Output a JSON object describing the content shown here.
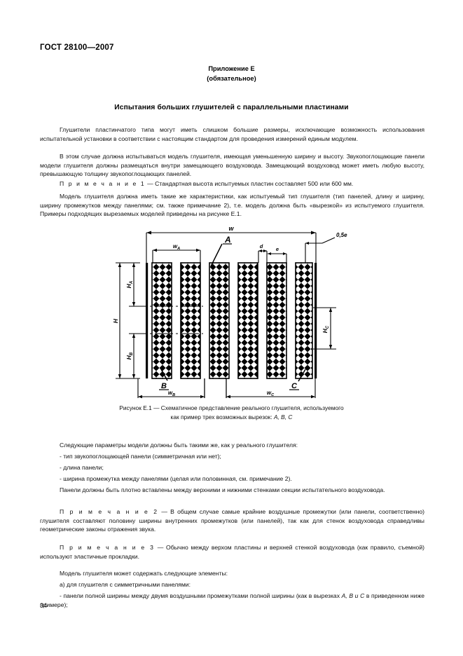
{
  "document": {
    "standard_header": "ГОСТ 28100—2007",
    "page_number": "34",
    "annex_title": "Приложение Е",
    "annex_subtitle": "(обязательное)",
    "section_title": "Испытания больших глушителей с параллельными пластинами"
  },
  "body": {
    "p1": "Глушители пластинчатого типа могут иметь слишком большие размеры, исключающие возможность использования испытательной установки в соответствии с настоящим стандартом для проведения измерений единым модулем.",
    "p2": "В этом случае должна испытываться модель глушителя, имеющая уменьшенную ширину и высоту. Звукопоглощающие панели модели глушителя должны размещаться внутри замещающего воздуховода. Замещающий воздуховод может иметь любую высоту, превышающую толщину звукопоглощающих панелей.",
    "note1_label": "П р и м е ч а н и е  1",
    "note1_text": " — Стандартная высота испытуемых пластин составляет 500 или 600 мм.",
    "p3": "Модель глушителя должна иметь такие же характеристики, как испытуемый тип глушителя (тип панелей, длину и ширину, ширину промежутков между панелями; см. также примечание 2), т.е. модель должна быть «вырезкой» из испытуемого глушителя. Примеры подходящих вырезаемых моделей приведены на рисунке Е.1.",
    "p4": "Следующие параметры модели должны быть такими же, как у реального глушителя:",
    "bullet1": "-  тип звукопоглощающей панели (симметричная или нет);",
    "bullet2": "-  длина панели;",
    "bullet3": "-  ширина промежутка между панелями (целая или половинная, см. примечание 2).",
    "p5": "Панели должны быть плотно вставлены между верхними и нижними стенками секции испытательного воздуховода.",
    "note2_label": "П р и м е ч а н и е  2",
    "note2_text": " — В общем случае самые крайние воздушные промежутки (или панели, соответственно) глушителя составляют половину ширины внутренних промежутков (или панелей), так как для стенок воздуховода справедливы геометрические законы отражения звука.",
    "note3_label": "П р и м е ч а н и е  3",
    "note3_text": " — Обычно между верхом пластины и верхней стенкой воздуховода (как правило, съемной) используют эластичные прокладки.",
    "p6": "Модель глушителя может содержать следующие элементы:",
    "p7": "а)  для глушителя с симметричными панелями:",
    "bullet4_pre": "-  панели полной ширины между двумя воздушными промежутками полной ширины (как в вырезках ",
    "bullet4_marks": "А, В и С",
    "bullet4_post": " в приведенном ниже примере);"
  },
  "figure": {
    "caption_line1": "Рисунок Е.1 — Схематичное представление реального глушителя, используемого",
    "caption_line2_pre": "как пример трех возможных вырезок: ",
    "caption_line2_marks": "А, В, С",
    "labels": {
      "overall_width": "w",
      "width_a": "wA",
      "width_b": "wB",
      "width_c": "wC",
      "height_total": "H",
      "height_a": "HA",
      "height_b": "HB",
      "height_c": "HC",
      "gap_d": "d",
      "panel_e": "e",
      "half_e": "0,5e",
      "cutout_a": "A",
      "cutout_b": "B",
      "cutout_c": "C"
    },
    "colors": {
      "line": "#000000",
      "hatch": "#000000",
      "background": "#ffffff"
    }
  }
}
